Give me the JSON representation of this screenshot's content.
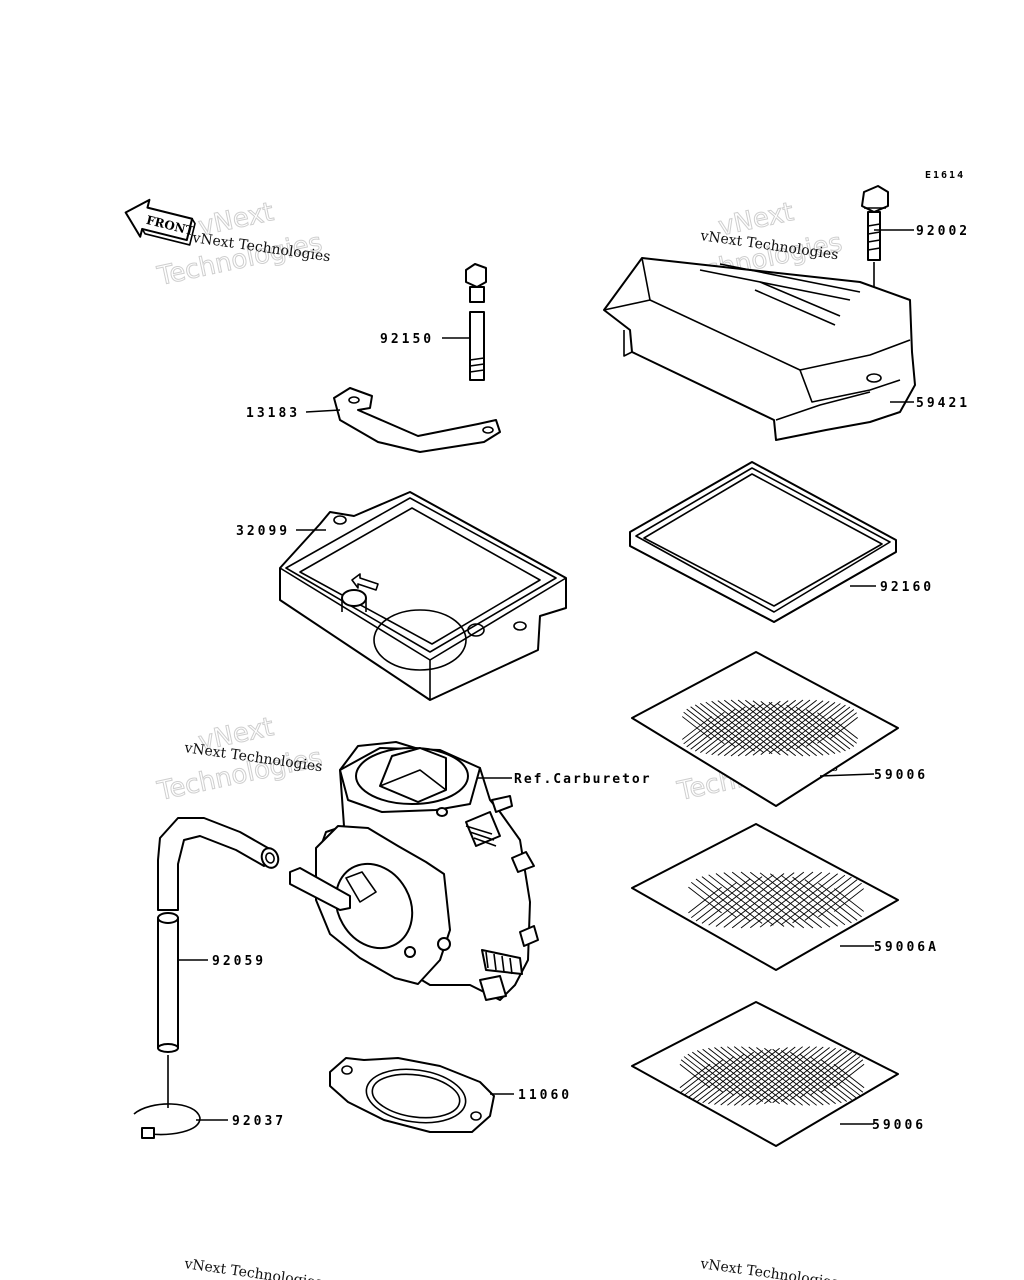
{
  "diagram_code": "E1614",
  "front_label": "FRONT",
  "watermark": {
    "line1": "vNext Technologies",
    "line2": "Technologies",
    "line3": "vNext"
  },
  "parts": [
    {
      "id": "bolt-92002",
      "label": "92002"
    },
    {
      "id": "cover-59421",
      "label": "59421"
    },
    {
      "id": "bolt-92150",
      "label": "92150"
    },
    {
      "id": "bracket-13183",
      "label": "13183"
    },
    {
      "id": "case-32099",
      "label": "32099"
    },
    {
      "id": "seal-92160",
      "label": "92160"
    },
    {
      "id": "screen-59006-top",
      "label": "59006"
    },
    {
      "id": "carburetor-ref",
      "label": "Ref.Carburetor"
    },
    {
      "id": "screen-59006a",
      "label": "59006A"
    },
    {
      "id": "hose-92059",
      "label": "92059"
    },
    {
      "id": "gasket-11060",
      "label": "11060"
    },
    {
      "id": "clamp-92037",
      "label": "92037"
    },
    {
      "id": "screen-59006-bottom",
      "label": "59006"
    }
  ]
}
